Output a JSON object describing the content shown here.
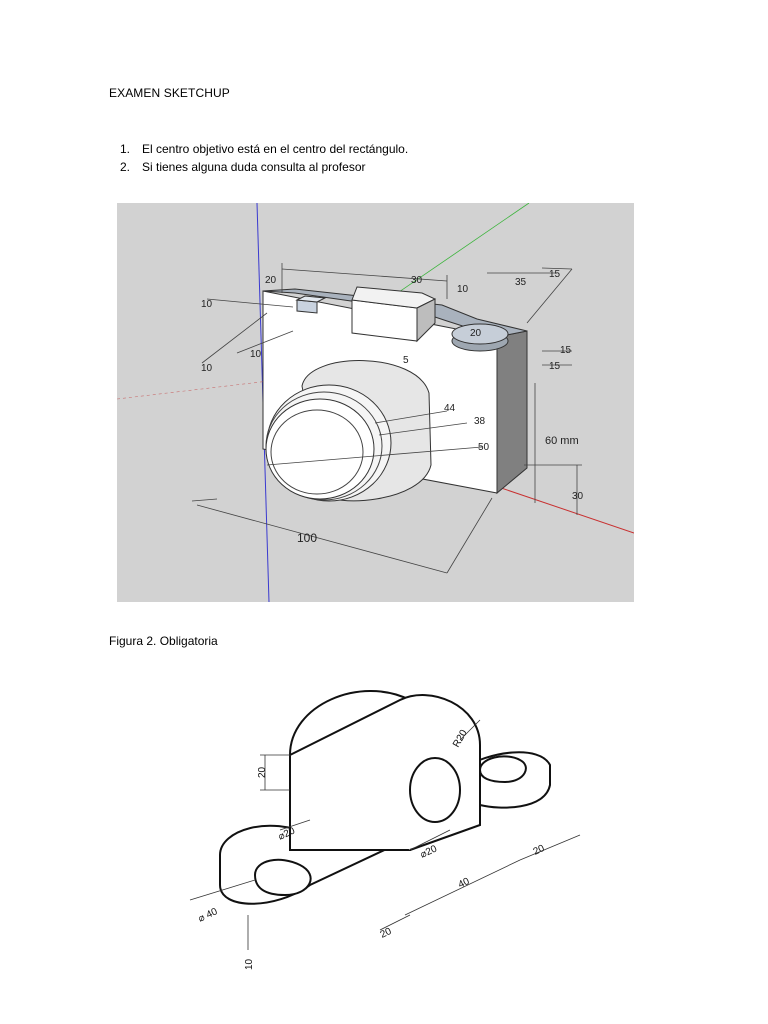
{
  "document": {
    "title": "EXAMEN SKETCHUP",
    "instructions": [
      {
        "number": "1.",
        "text": "El centro objetivo está en el centro del rectángulo."
      },
      {
        "number": "2.",
        "text": "Si tienes alguna duda consulta al profesor"
      }
    ],
    "figure2_caption": "Figura 2.  Obligatoria"
  },
  "figure1": {
    "dimensions": {
      "d20": "20",
      "d30": "30",
      "d10a": "10",
      "d35": "35",
      "d15a": "15",
      "d10b": "10",
      "d20b": "20",
      "d15b": "15",
      "d15c": "15",
      "d10c": "10",
      "d10d": "10",
      "d5": "5",
      "d44": "44",
      "d38": "38",
      "d50": "50",
      "d60": "60 mm",
      "d30b": "30",
      "d100": "100"
    }
  },
  "figure2": {
    "dimensions": {
      "r20a": "R20",
      "v20": "20",
      "phi20a": "⌀20",
      "phi20b": "⌀20",
      "phi40": "⌀ 40",
      "d40": "40",
      "d20a": "20",
      "d20b": "20",
      "d10": "10"
    }
  }
}
